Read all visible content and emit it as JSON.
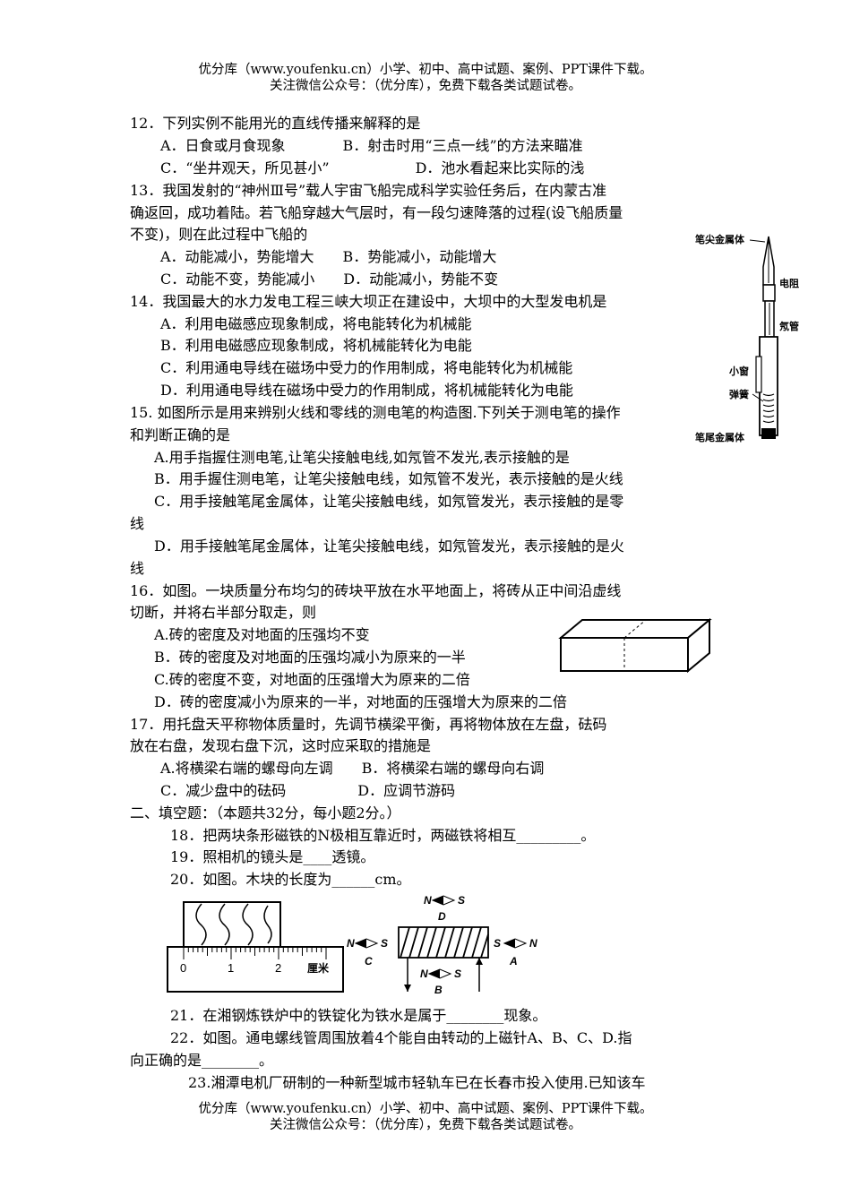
{
  "header": {
    "line1": "优分库（www.youfenku.cn）小学、初中、高中试题、案例、PPT课件下载。",
    "line2": "关注微信公众号：（优分库），免费下载各类试题试卷。"
  },
  "footer": {
    "line1": "优分库（www.youfenku.cn）小学、初中、高中试题、案例、PPT课件下载。",
    "line2": "关注微信公众号：（优分库），免费下载各类试题试卷。"
  },
  "lines": [
    "12．下列实例不能用光的直线传播来解释的是",
    "A．日食或月食现象　　　　B．射击时用“三点一线”的方法来瞄准",
    "C．“坐井观天，所见甚小”　　　　　　D．池水看起来比实际的浅",
    "13．我国发射的“神州Ⅲ号”载人宇宙飞船完成科学实验任务后，在内蒙古准",
    "确返回，成功着陆。若飞船穿越大气层时，有一段匀速降落的过程(设飞船质量",
    "不变)，则在此过程中飞船的",
    "A．动能减小，势能增大　　B．势能减小，动能增大",
    "C．动能不变，势能减小　　D．动能减小，势能不变",
    "14．我国最大的水力发电工程三峡大坝正在建设中，大坝中的大型发电机是",
    "A．利用电磁感应现象制成，将电能转化为机械能",
    "B．利用电磁感应现象制成，将机械能转化为电能",
    "C．利用通电导线在磁场中受力的作用制成，将电能转化为机械能",
    "D．利用通电导线在磁场中受力的作用制成，将机械能转化为电能",
    "15.  如图所示是用来辨别火线和零线的测电笔的构造图.下列关于测电笔的操作",
    "和判断正确的是",
    "A.用手指握住测电笔,让笔尖接触电线,如氖管不发光,表示接触的是",
    "B．用手握住测电笔，让笔尖接触电线，如氖管不发光，表示接触的是火线",
    "C．用手接触笔尾金属体，让笔尖接触电线，如氖管发光，表示接触的是零",
    "线",
    "D．用手接触笔尾金属体，让笔尖接触电线，如氖管发光，表示接触的是火",
    "线",
    "16．如图。一块质量分布均匀的砖块平放在水平地面上，将砖从正中间沿虚线",
    "切断，并将右半部分取走，则",
    "A.砖的密度及对地面的压强均不变",
    "B．砖的密度及对地面的压强均减小为原来的一半",
    "C.砖的密度不变，对地面的压强增大为原来的二倍",
    "D．砖的密度减小为原来的一半，对地面的压强增大为原来的二倍",
    "17．用托盘天平称物体质量时，先调节横梁平衡，再将物体放在左盘，砝码",
    "放在右盘，发现右盘下沉，这时应采取的措施是",
    "A.将横梁右端的螺母向左调　　B．将横梁右端的螺母向右调",
    "C．减少盘中的砝码　　　　　D．应调节游码",
    "二、填空题：（本题共32分，每小题2分。）",
    "18．把两块条形磁铁的N极相互靠近时，两磁铁将相互_________。",
    "19．照相机的镜头是____透镜。",
    "20．如图。木块的长度为______cm。",
    "21．在湘钢炼铁炉中的铁锭化为铁水是属于________现象。",
    "22．如图。通电螺线管周围放着4个能自由转动的上磁针A、B、C、D.指",
    "向正确的是________。",
    "23.湘潭电机厂研制的一种新型城市轻轨车已在长春市投入使用.已知该车"
  ],
  "pen_figure": {
    "labels": [
      "笔尖金属体",
      "电阻",
      "氖管",
      "小窗",
      "弹簧",
      "笔尾金属体"
    ]
  },
  "ruler_figure": {
    "ticks": [
      "0",
      "1",
      "2"
    ],
    "unit": "厘米"
  },
  "solenoid_figure": {
    "d_label": "D",
    "a_label": "A",
    "b_label": "B",
    "c_label": "C",
    "n": "N",
    "s": "S"
  }
}
